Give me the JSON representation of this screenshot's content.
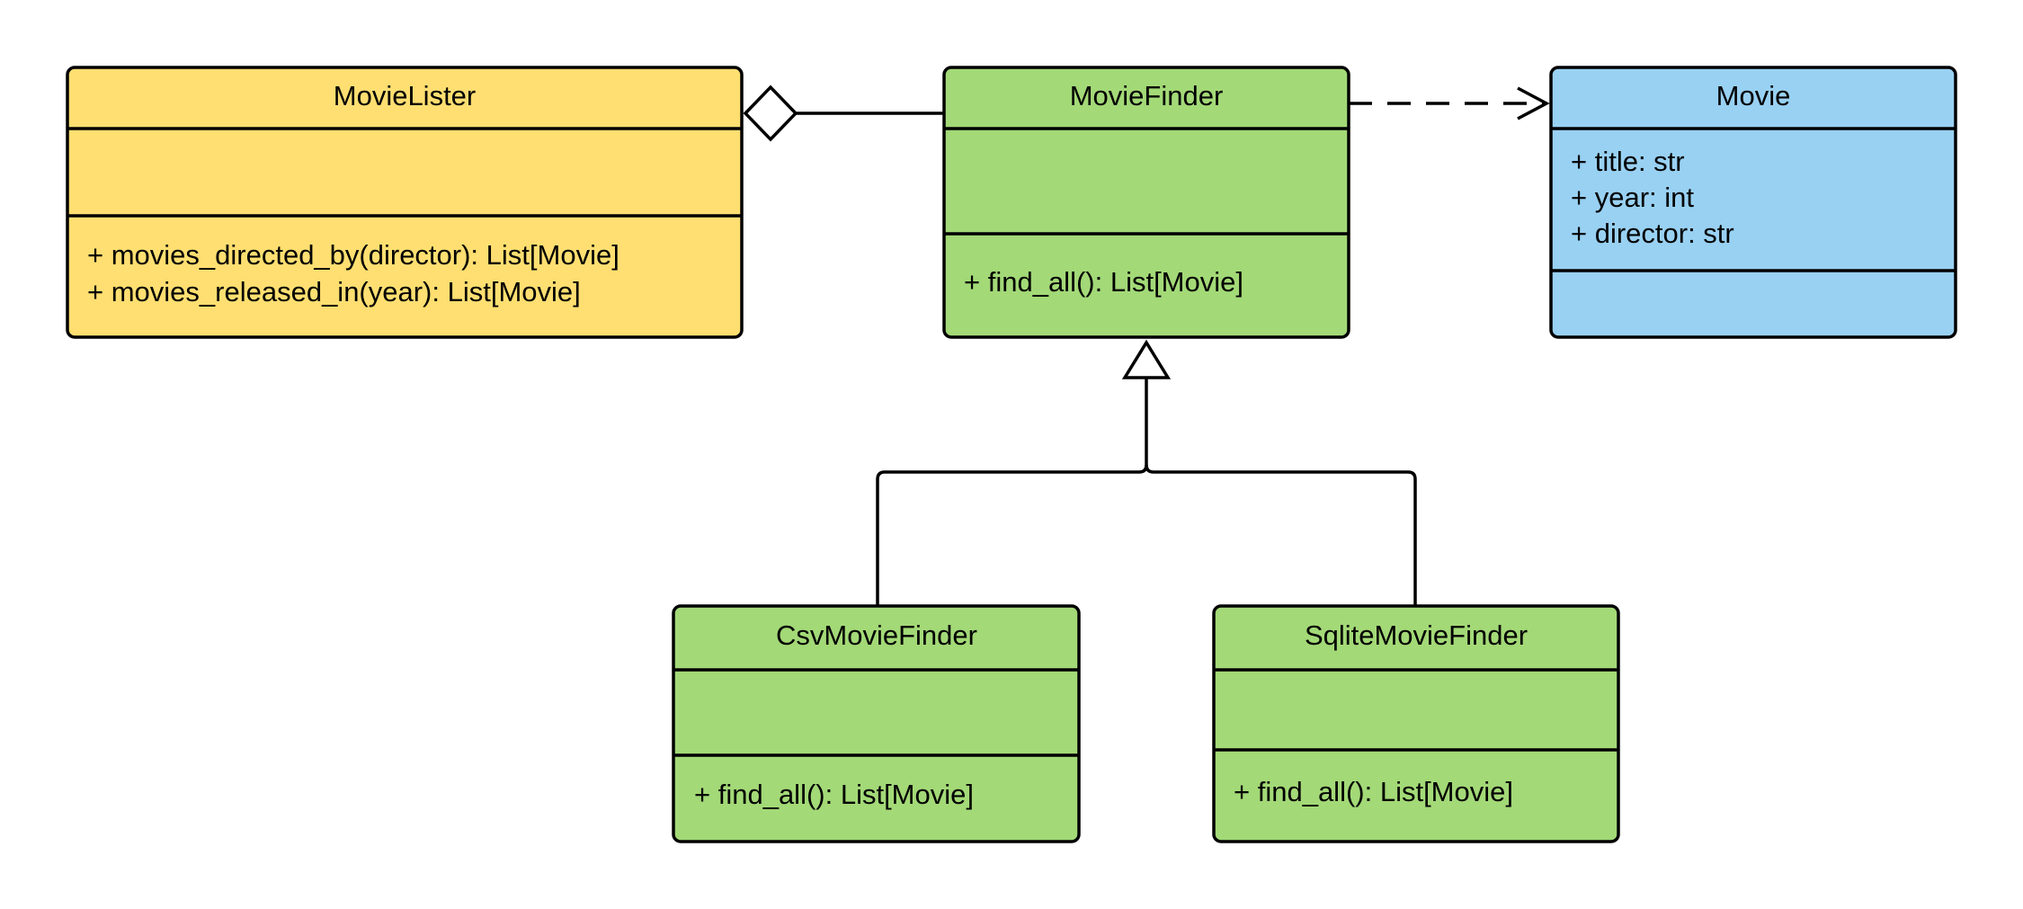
{
  "colors": {
    "lister": "#FFDF71",
    "finder": "#A3D977",
    "movie": "#99D1F3",
    "stroke": "#000000"
  },
  "classes": {
    "movie_lister": {
      "name": "MovieLister",
      "attributes": [],
      "methods": [
        "+ movies_directed_by(director): List[Movie]",
        "+ movies_released_in(year): List[Movie]"
      ]
    },
    "movie_finder": {
      "name": "MovieFinder",
      "attributes": [],
      "methods": [
        "+ find_all(): List[Movie]"
      ]
    },
    "movie": {
      "name": "Movie",
      "attributes": [
        "+ title: str",
        "+ year: int",
        "+ director: str"
      ],
      "methods": []
    },
    "csv_movie_finder": {
      "name": "CsvMovieFinder",
      "attributes": [],
      "methods": [
        "+ find_all(): List[Movie]"
      ]
    },
    "sqlite_movie_finder": {
      "name": "SqliteMovieFinder",
      "attributes": [],
      "methods": [
        "+ find_all(): List[Movie]"
      ]
    }
  },
  "relations": [
    {
      "type": "aggregation",
      "from": "MovieLister",
      "to": "MovieFinder"
    },
    {
      "type": "dependency",
      "from": "MovieFinder",
      "to": "Movie"
    },
    {
      "type": "generalization",
      "from": "CsvMovieFinder",
      "to": "MovieFinder"
    },
    {
      "type": "generalization",
      "from": "SqliteMovieFinder",
      "to": "MovieFinder"
    }
  ]
}
